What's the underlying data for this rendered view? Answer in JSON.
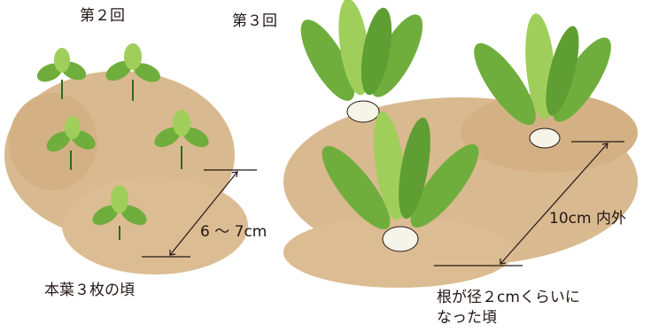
{
  "stage2": {
    "title": "第２回",
    "spacing": "6 ～ 7cm",
    "condition": "本葉３枚の頃"
  },
  "stage3": {
    "title": "第３回",
    "spacing": "10cm 内外",
    "condition": "根が径２cmくらいに\nなった頃"
  },
  "colors": {
    "soil": "#d9b98f",
    "soil_dark": "#c29a6a",
    "leaf": "#6fae3c",
    "leaf_light": "#9fcf5a",
    "leaf_dark": "#2f6a1f",
    "root": "#f6f3e8",
    "line": "#231815"
  }
}
